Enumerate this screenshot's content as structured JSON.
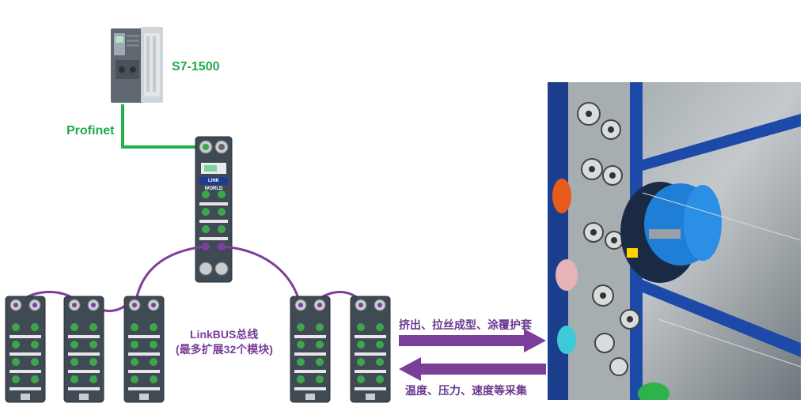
{
  "plc": {
    "label": "S7-1500"
  },
  "profinet": {
    "label": "Profinet"
  },
  "master": {
    "brand_label": "LINK WORLD"
  },
  "linkbus": {
    "label": "LinkBUS总线",
    "sublabel": "(最多扩展32个模块)"
  },
  "arrows": {
    "right_label": "挤出、拉丝成型、涂覆护套",
    "left_label": "温度、压力、速度等采集"
  },
  "colors": {
    "profinet_line": "#22b14c",
    "linkbus_cable": "#7d3f98",
    "arrow": "#7a3f99",
    "module_body": "#3f4a55",
    "connector_green": "#3ea64a"
  }
}
